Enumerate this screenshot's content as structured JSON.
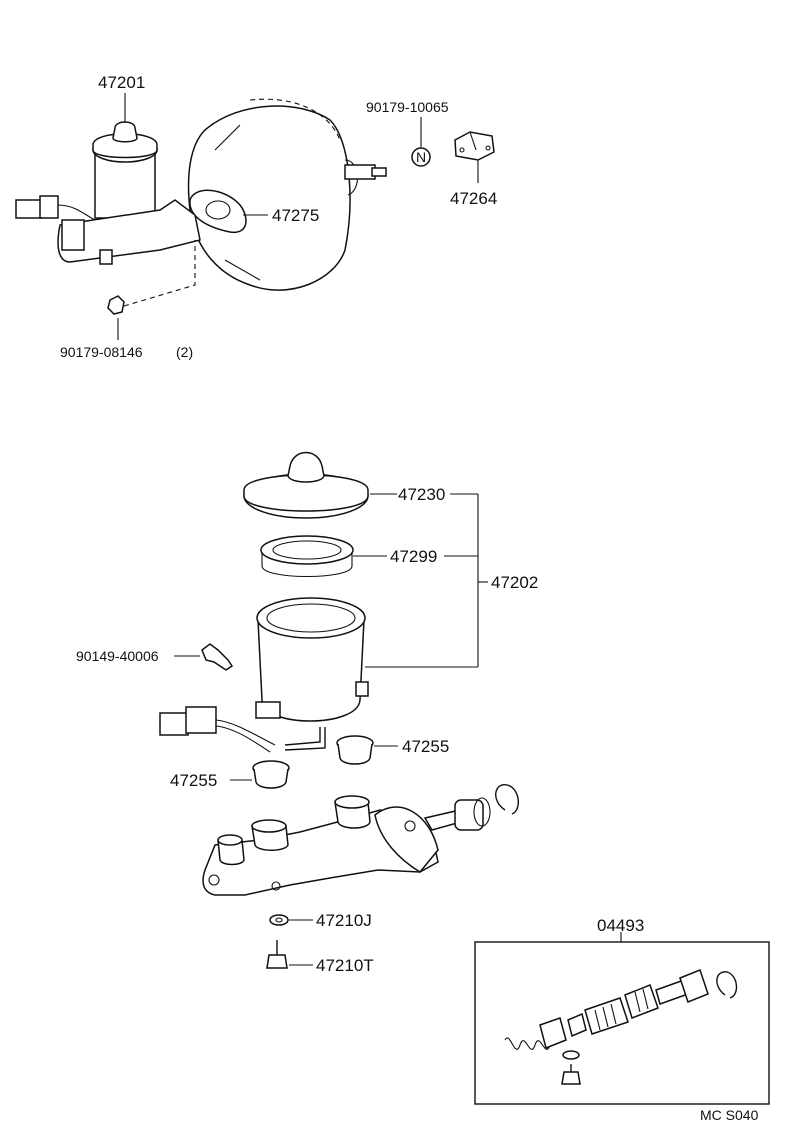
{
  "labels": {
    "p47201": "47201",
    "p47275": "47275",
    "p90179_10065": "90179-10065",
    "p47264": "47264",
    "p90179_08146": "90179-08146",
    "p90179_08146_qty": "(2)",
    "p47230": "47230",
    "p47299": "47299",
    "p47202": "47202",
    "p90149_40006": "90149-40006",
    "p47255_right": "47255",
    "p47255_left": "47255",
    "p47210J": "47210J",
    "p47210T": "47210T",
    "p04493": "04493",
    "code": "MC S040"
  },
  "symbols": {
    "nut_mark": "N"
  }
}
